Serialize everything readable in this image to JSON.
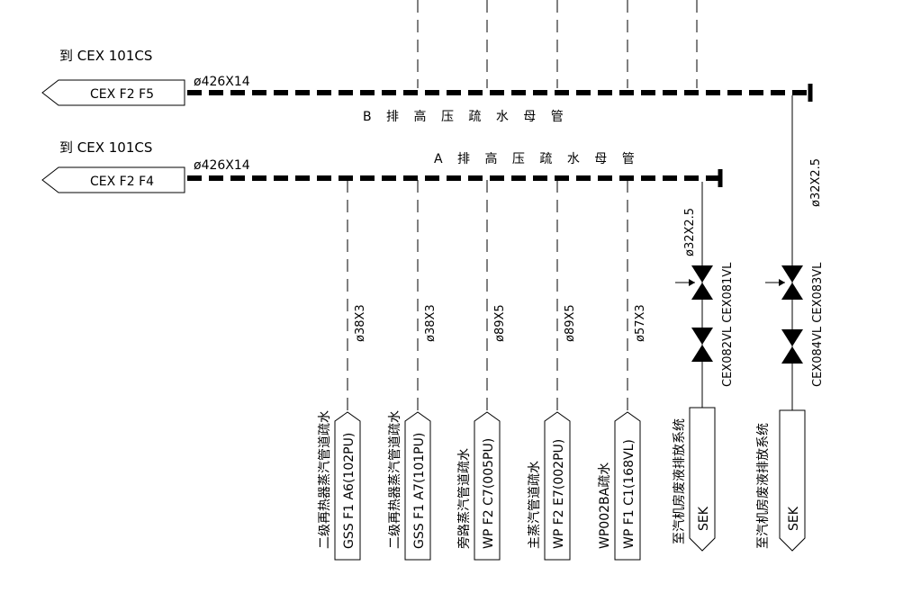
{
  "colors": {
    "ink": "#000000",
    "background": "#ffffff"
  },
  "header_b": {
    "to_label": "到 CEX 101CS",
    "tag": "CEX F2 F5",
    "size": "ø426X14",
    "title": "B 排 高 压 疏 水 母 管"
  },
  "header_a": {
    "to_label": "到 CEX 101CS",
    "tag": "CEX F2 F4",
    "size": "ø426X14",
    "title": "A 排 高 压 疏 水 母 管"
  },
  "branches": [
    {
      "size": "ø38X3",
      "tag": "GSS F1 A6(102PU)",
      "desc": "二级再热器蒸汽管道疏水"
    },
    {
      "size": "ø38X3",
      "tag": "GSS F1 A7(101PU)",
      "desc": "二级再热器蒸汽管道疏水"
    },
    {
      "size": "ø89X5",
      "tag": "WP F2 C7(005PU)",
      "desc": "旁路蒸汽管道疏水"
    },
    {
      "size": "ø89X5",
      "tag": "WP F2 E7(002PU)",
      "desc": "主蒸汽管道疏水"
    },
    {
      "size": "ø57X3",
      "tag": "WP F1 C1(168VL)",
      "desc": "WP002BA疏水"
    }
  ],
  "drain_a": {
    "size": "ø32X2.5",
    "valves": "CEX082VL CEX081VL",
    "dest": "至汽机房废液排放系统",
    "tag": "SEK"
  },
  "drain_b": {
    "size": "ø32X2.5",
    "valves": "CEX084VL CEX083VL",
    "dest": "至汽机房废液排放系统",
    "tag": "SEK"
  },
  "icons": [
    "gate-valve-icon",
    "offpage-arrow-icon",
    "pipe-end-cap-icon"
  ]
}
